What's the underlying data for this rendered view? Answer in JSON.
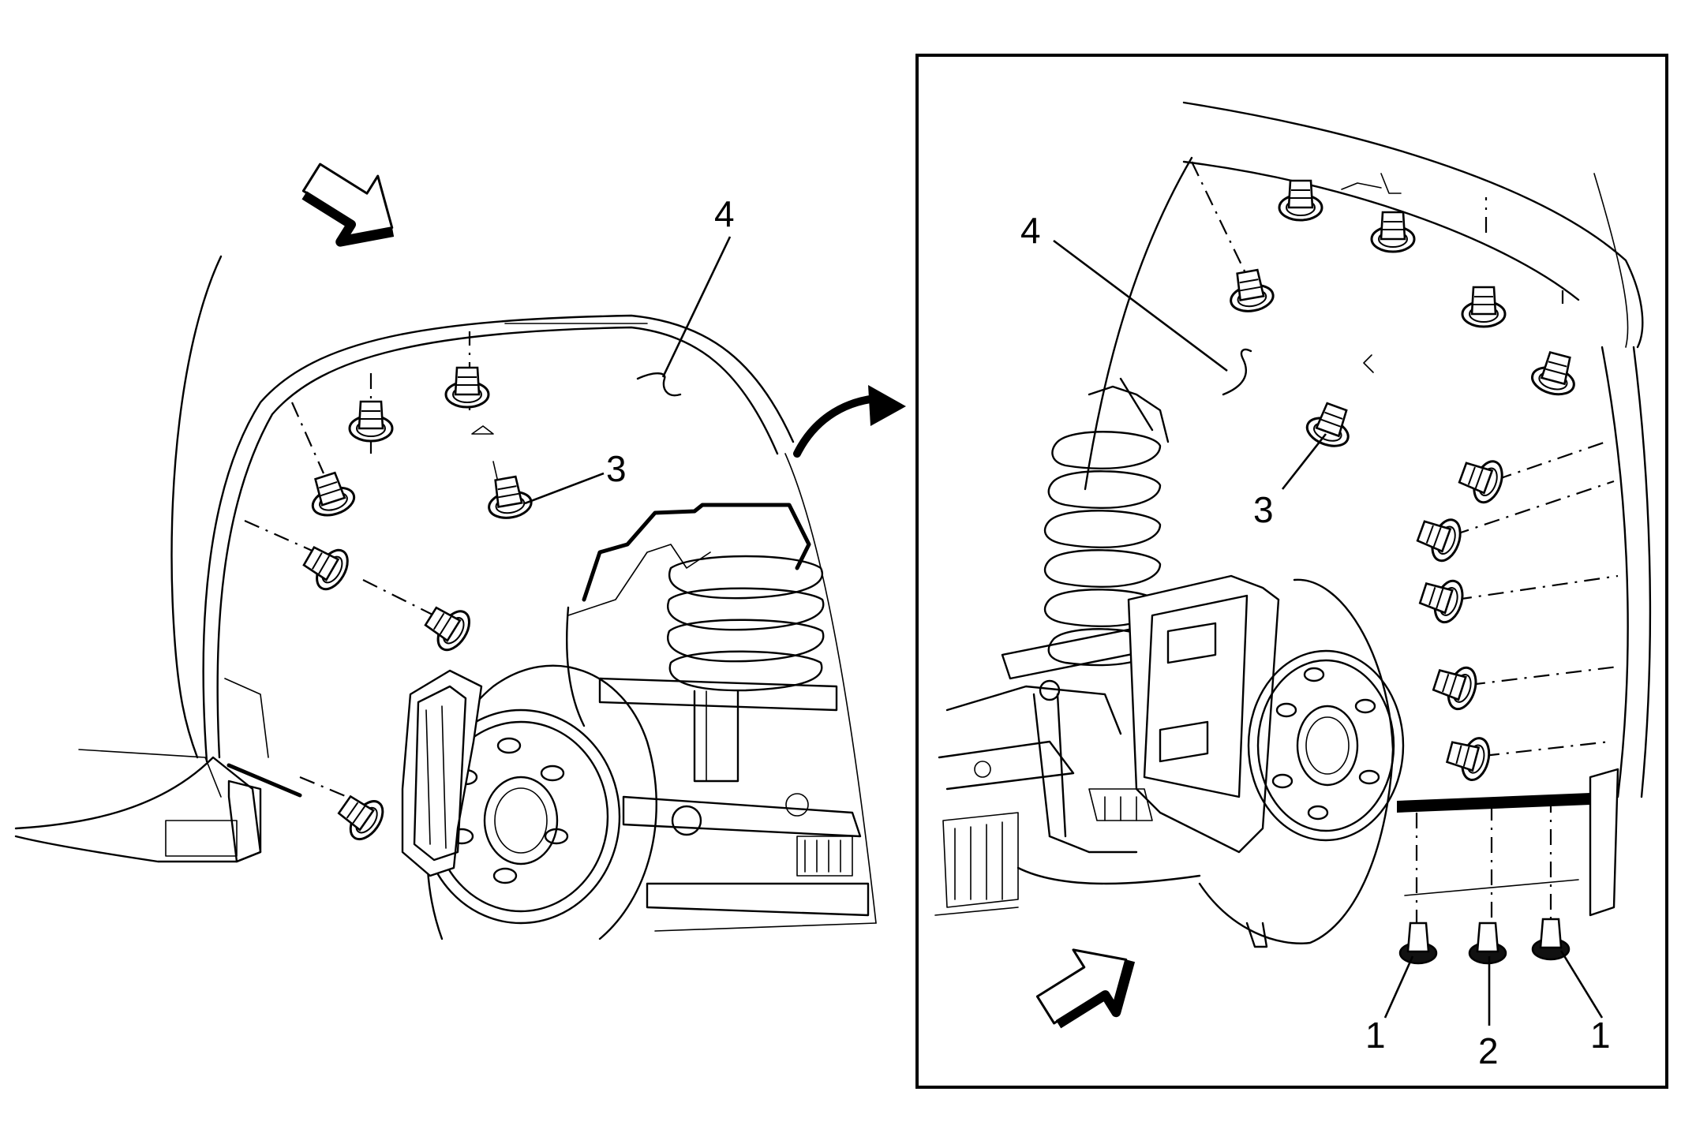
{
  "overview_view": {
    "callouts": {
      "liner": "4",
      "fastener": "3"
    }
  },
  "detail_view": {
    "callouts": {
      "liner": "4",
      "fastener": "3",
      "bolt_left": "1",
      "push_pin": "2",
      "bolt_right": "1"
    }
  }
}
